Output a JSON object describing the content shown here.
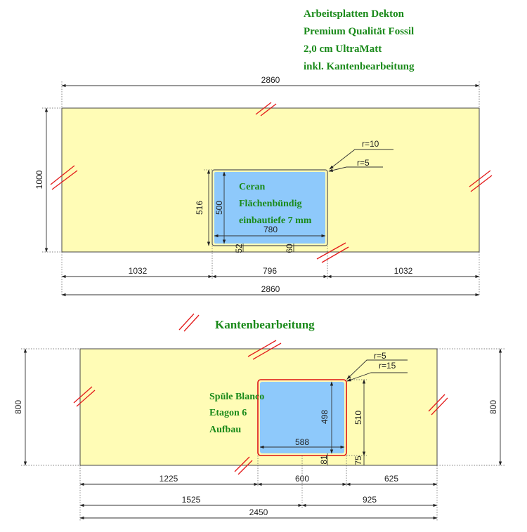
{
  "header": {
    "lines": [
      "Arbeitsplatten Dekton",
      "Premium Qualität Fossil",
      "2,0 cm UltraMatt",
      "inkl. Kantenbearbeitung"
    ]
  },
  "section_title": "Kantenbearbeitung",
  "top_slab": {
    "overall_width_top": "2860",
    "overall_width_bottom": "2860",
    "depth": "1000",
    "cutout_depth_outer": "516",
    "cutout_depth_inner": "500",
    "cutout_width_inner": "780",
    "offset_left": "1032",
    "cutout_width_outer": "796",
    "offset_right": "1032",
    "gap_left": "52",
    "gap_right": "60",
    "radius_outer": "r=10",
    "radius_inner": "r=5",
    "cutout_label": [
      "Ceran",
      "Flächenbündig",
      "einbautiefe 7 mm"
    ]
  },
  "bottom_slab": {
    "overall_width": "2450",
    "depth_left": "800",
    "depth_right": "800",
    "cutout_depth_inner": "498",
    "cutout_depth_outer": "510",
    "cutout_width_inner": "588",
    "offset_left": "1225",
    "cutout_width": "600",
    "offset_right": "625",
    "axis_left": "1525",
    "axis_right": "925",
    "gap_bottom_a": "81",
    "gap_bottom_b": "75",
    "radius_a": "r=5",
    "radius_b": "r=15",
    "cutout_label": [
      "Spüle Blanco",
      "Etagon 6",
      "Aufbau"
    ]
  },
  "colors": {
    "slab_fill": "#fffcb6",
    "cutout_fill": "#8ec9fb",
    "edge_marker": "#e31b1b",
    "text_green": "#1a8a1a"
  }
}
